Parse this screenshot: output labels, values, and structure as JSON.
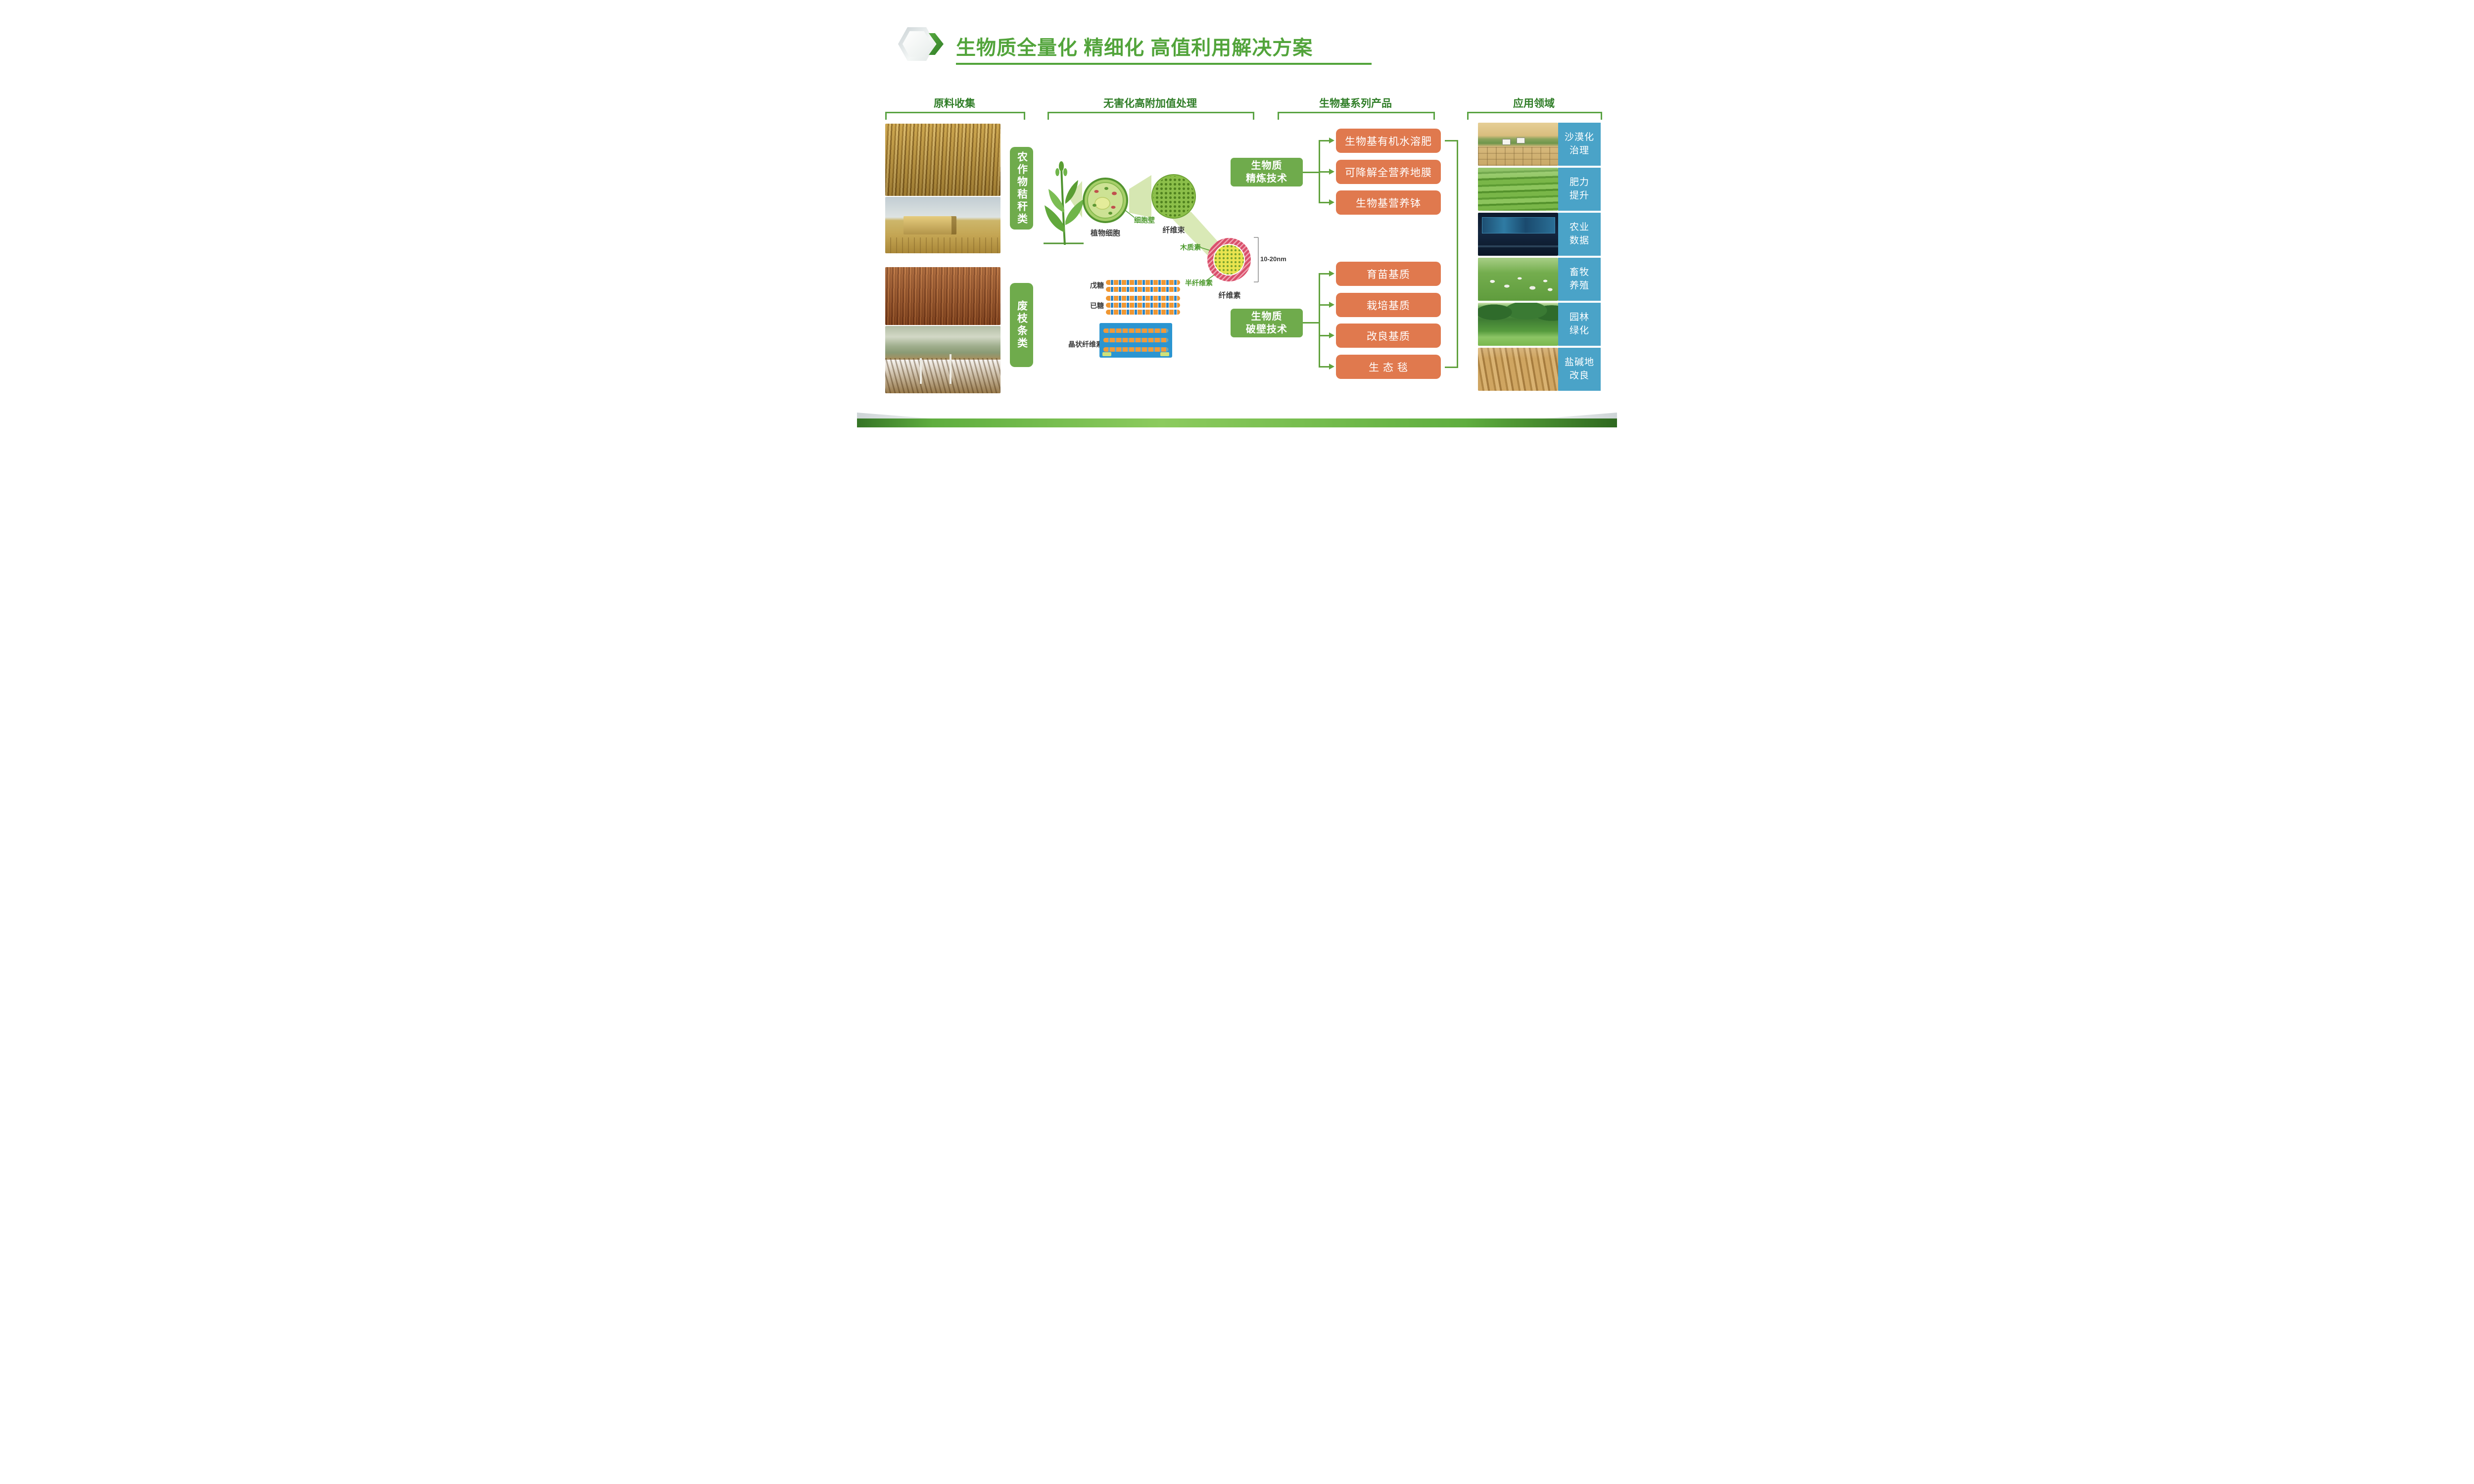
{
  "title": "生物质全量化 精细化 高值利用解决方案",
  "columns": {
    "c1": {
      "header": "原料收集"
    },
    "c2": {
      "header": "无害化高附加值处理"
    },
    "c3": {
      "header": "生物基系列产品"
    },
    "c4": {
      "header": "应用领域"
    }
  },
  "materials": {
    "group1": "农作物秸秆类",
    "group2": "废枝条类"
  },
  "diagram": {
    "plant_cell": "植物细胞",
    "cell_wall": "细胞壁",
    "fiber_bundle": "纤维束",
    "lignin": "木质素",
    "hemicellulose": "半纤维素",
    "cellulose": "纤维素",
    "scale": "10-20nm",
    "pentose": "戊糖",
    "hexose": "已糖",
    "crystalline_cellulose": "晶状纤维素"
  },
  "tech": {
    "refine": {
      "line1": "生物质",
      "line2": "精炼技术"
    },
    "break": {
      "line1": "生物质",
      "line2": "破壁技术"
    }
  },
  "products": {
    "refine": [
      "生物基有机水溶肥",
      "可降解全营养地膜",
      "生物基营养钵"
    ],
    "break": [
      "育苗基质",
      "栽培基质",
      "改良基质",
      "生 态 毯"
    ]
  },
  "applications": [
    {
      "l1": "沙漠化",
      "l2": "治理"
    },
    {
      "l1": "肥力",
      "l2": "提升"
    },
    {
      "l1": "农业",
      "l2": "数据"
    },
    {
      "l1": "畜牧",
      "l2": "养殖"
    },
    {
      "l1": "园林",
      "l2": "绿化"
    },
    {
      "l1": "盐碱地",
      "l2": "改良"
    }
  ],
  "colors": {
    "title_green": "#52a43b",
    "box_green": "#6fab4c",
    "box_orange": "#e0794e",
    "label_blue": "#4aa3c8"
  }
}
